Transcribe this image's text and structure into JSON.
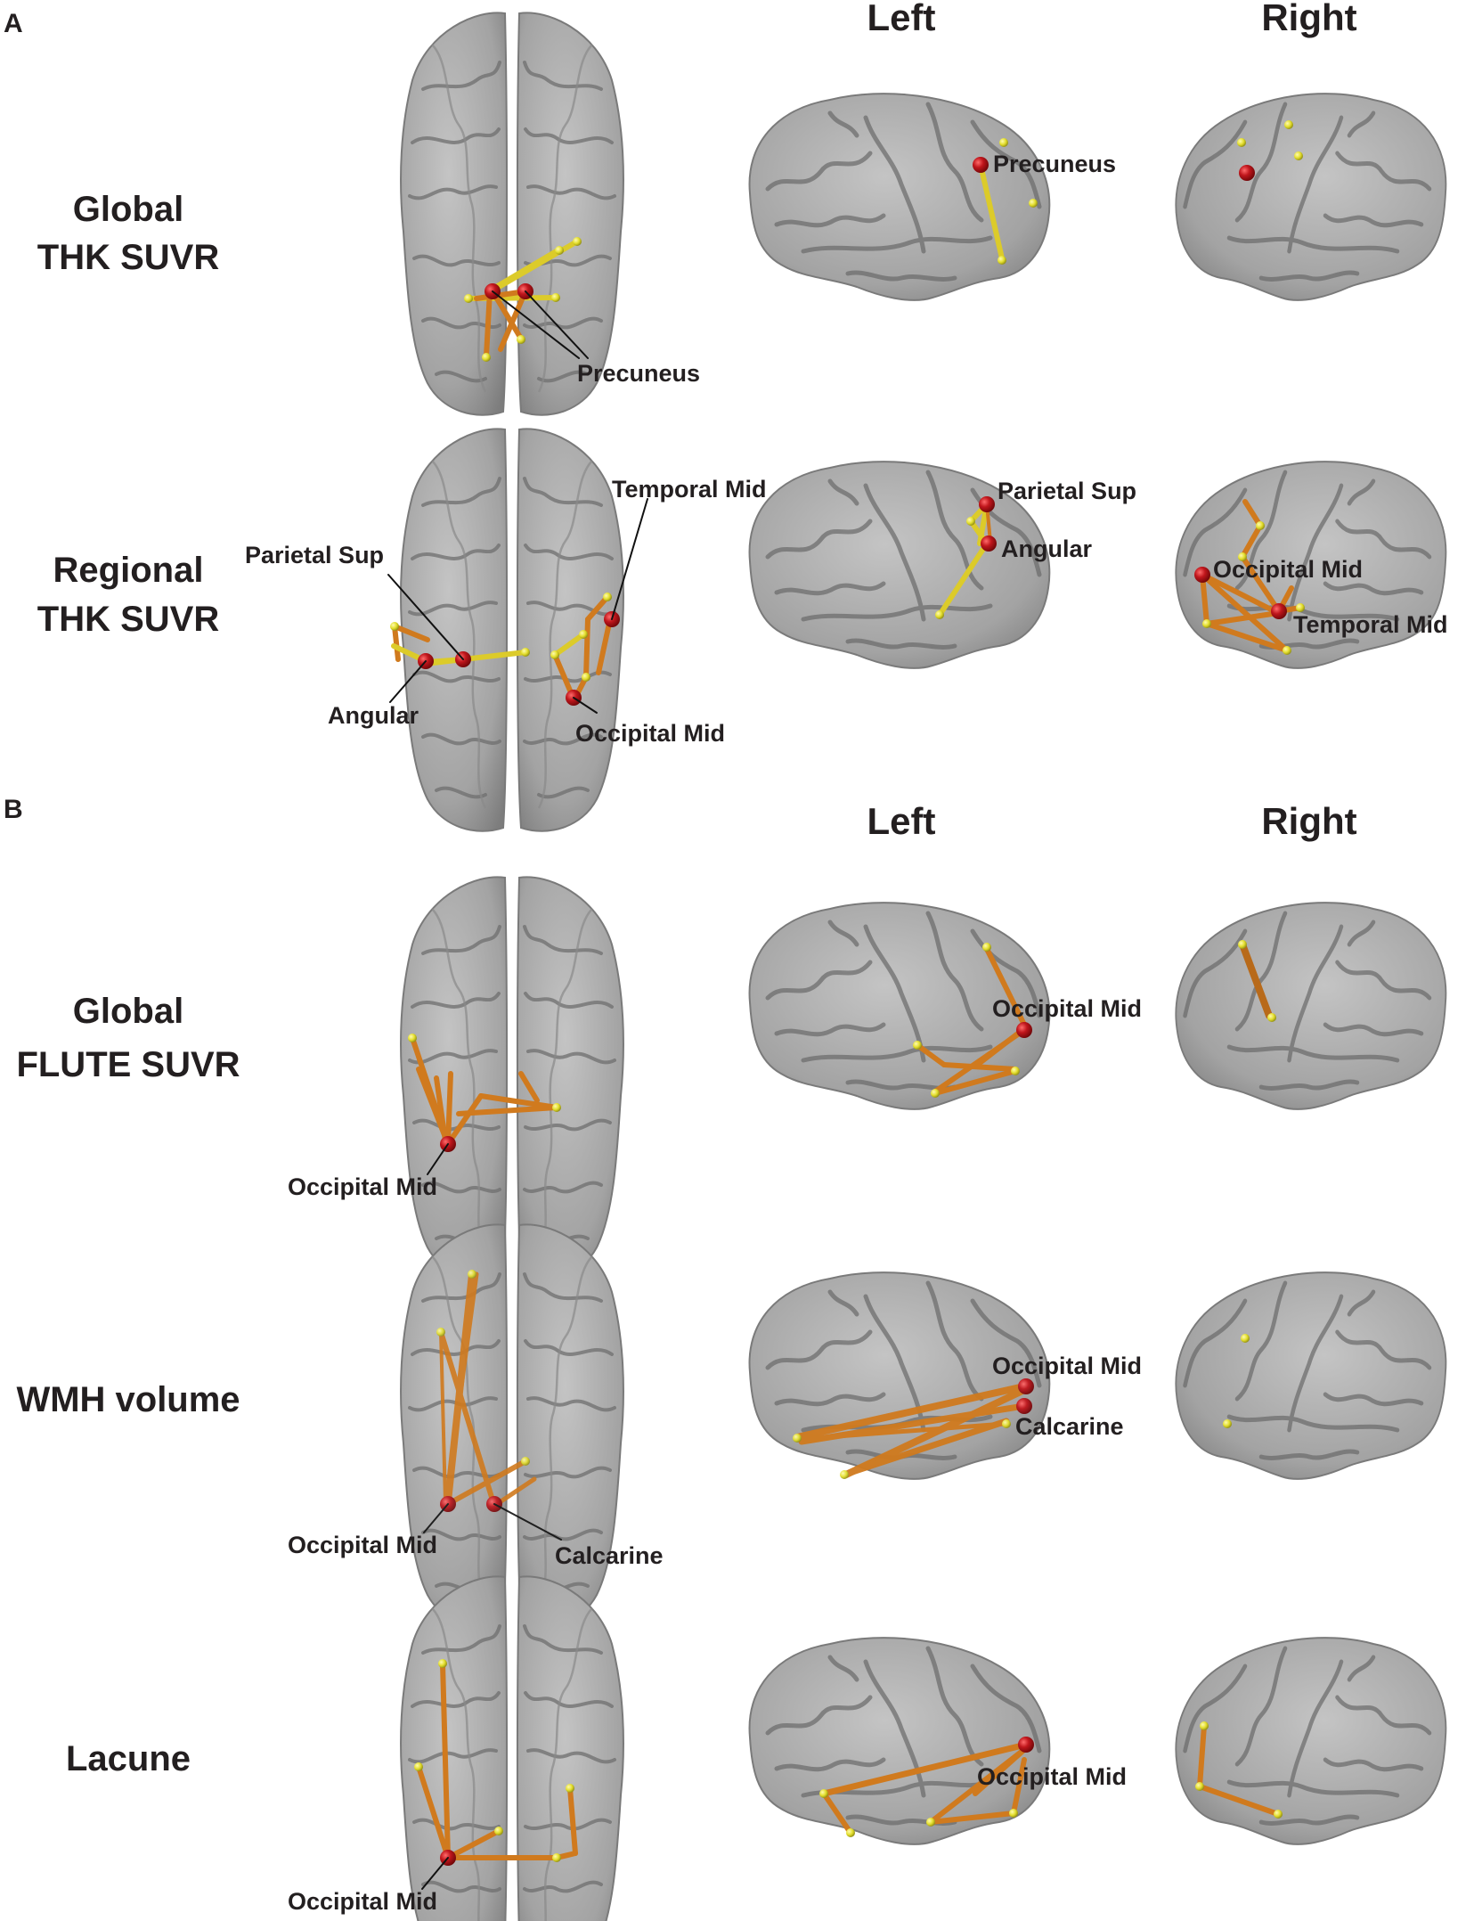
{
  "panels": [
    {
      "letter": "A",
      "column_headers": [
        "Left",
        "Right"
      ],
      "rows": [
        {
          "title_lines": [
            "Global",
            "THK SUVR"
          ],
          "labels": [
            "Precuneus",
            "Precuneus",
            "Precuneus"
          ]
        },
        {
          "title_lines": [
            "Regional",
            "THK SUVR"
          ],
          "labels": [
            "Temporal Mid",
            "Parietal Sup",
            "Angular",
            "Occipital Mid",
            "Parietal Sup",
            "Angular",
            "Occipital Mid",
            "Temporal Mid"
          ]
        }
      ]
    },
    {
      "letter": "B",
      "column_headers": [
        "Left",
        "Right"
      ],
      "rows": [
        {
          "title_lines": [
            "Global",
            "FLUTE SUVR"
          ],
          "labels": [
            "Occipital Mid",
            "Occipital Mid"
          ]
        },
        {
          "title_lines": [
            "WMH volume"
          ],
          "labels": [
            "Occipital Mid",
            "Calcarine",
            "Occipital Mid",
            "Calcarine"
          ]
        },
        {
          "title_lines": [
            "Lacune"
          ],
          "labels": [
            "Occipital Mid",
            "Occipital Mid"
          ]
        }
      ]
    }
  ],
  "colors": {
    "brain_fill": "#a9a9a9",
    "brain_sulci": "#6f6f6f",
    "hub_node": "#b3161b",
    "minor_node": "#e4e22a",
    "edge_yellow": "#dccb2a",
    "edge_orange": "#d07a1e",
    "text": "#231f20"
  }
}
